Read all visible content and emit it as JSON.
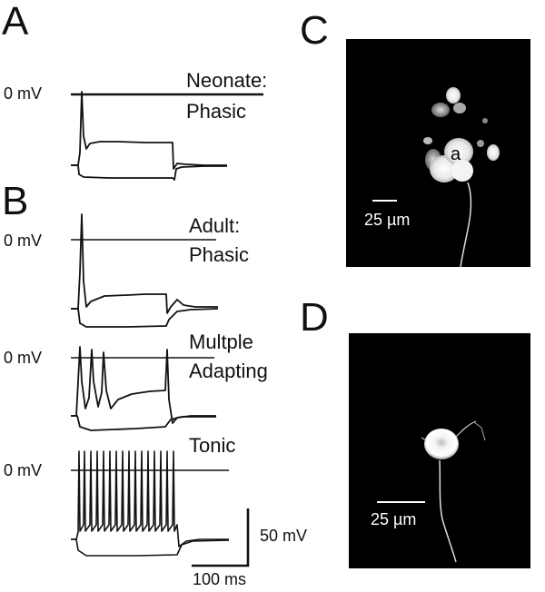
{
  "panels": {
    "a": {
      "letter": "A",
      "zero_label": "0 mV",
      "trace_label_1": "Neonate:",
      "trace_label_2": "Phasic"
    },
    "b": {
      "letter": "B",
      "traces": [
        {
          "zero_label": "0 mV",
          "label_1": "Adult:",
          "label_2": "Phasic"
        },
        {
          "zero_label": "0 mV",
          "label_1": "Multple",
          "label_2": "Adapting"
        },
        {
          "zero_label": "0 mV",
          "label_1": "Tonic",
          "label_2": ""
        }
      ],
      "scale_voltage": "50 mV",
      "scale_time": "100 ms"
    },
    "c": {
      "letter": "C",
      "scale_label": "25 µm",
      "cell_label": "a"
    },
    "d": {
      "letter": "D",
      "scale_label": "25 µm"
    }
  }
}
